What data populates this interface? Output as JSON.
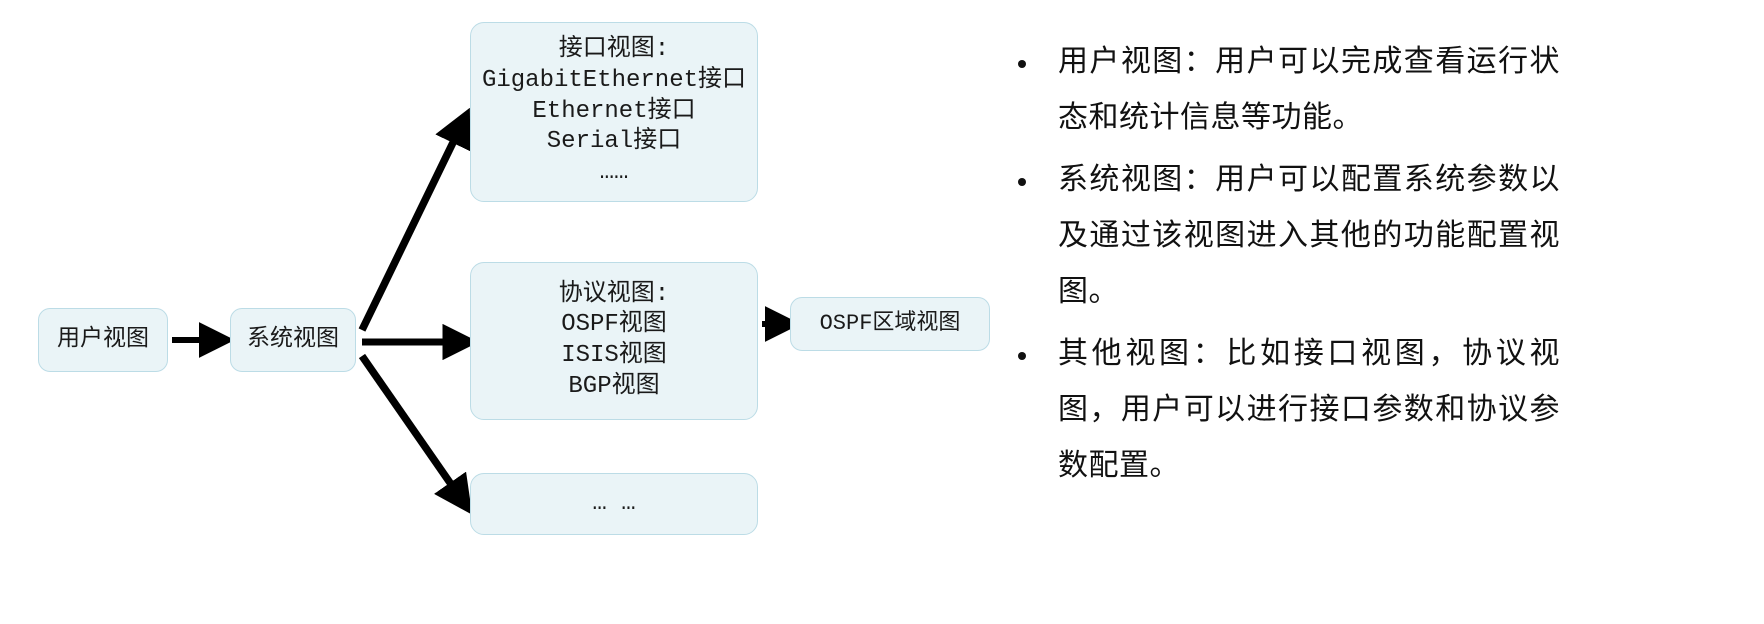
{
  "diagram": {
    "nodes": {
      "user_view": {
        "label": "用户视图"
      },
      "system_view": {
        "label": "系统视图"
      },
      "interface_view": {
        "lines": [
          "接口视图:",
          "GigabitEthernet接口",
          "Ethernet接口",
          "Serial接口",
          "……"
        ]
      },
      "protocol_view": {
        "lines": [
          "协议视图:",
          "OSPF视图",
          "ISIS视图",
          "BGP视图"
        ]
      },
      "other_view": {
        "label": "… …"
      },
      "ospf_area_view": {
        "label": "OSPF区域视图"
      }
    },
    "colors": {
      "node_fill": "#eaf4f7",
      "node_border": "#bcdce6",
      "arrow": "#000000",
      "text": "#1a1a1a"
    }
  },
  "notes": {
    "bullets": [
      "用户视图：用户可以完成查看运行状态和统计信息等功能。",
      "系统视图：用户可以配置系统参数以及通过该视图进入其他的功能配置视图。",
      "其他视图：比如接口视图，协议视图，用户可以进行接口参数和协议参数配置。"
    ]
  }
}
